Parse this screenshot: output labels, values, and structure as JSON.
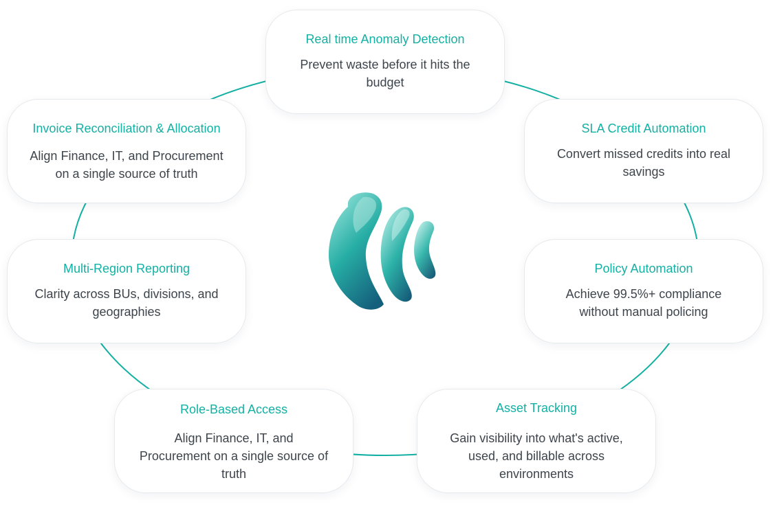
{
  "accent_color": "#13b0a3",
  "text_color": "#3d444b",
  "center_logo": "wave-logo-icon",
  "cards": [
    {
      "title": "Real time Anomaly Detection",
      "description": "Prevent waste before it hits the budget"
    },
    {
      "title": "SLA Credit Automation",
      "description": "Convert missed credits into real savings"
    },
    {
      "title": "Policy Automation",
      "description": "Achieve 99.5%+ compliance without manual policing"
    },
    {
      "title": "Asset Tracking",
      "description": "Gain visibility into what's active, used, and billable across environments"
    },
    {
      "title": "Role-Based Access",
      "description": "Align Finance, IT, and Procurement on a single source of truth"
    },
    {
      "title": "Multi-Region Reporting",
      "description": "Clarity across BUs, divisions, and geographies"
    },
    {
      "title": "Invoice Reconciliation & Allocation",
      "description": "Align Finance, IT, and Procurement on a single source of truth"
    }
  ]
}
